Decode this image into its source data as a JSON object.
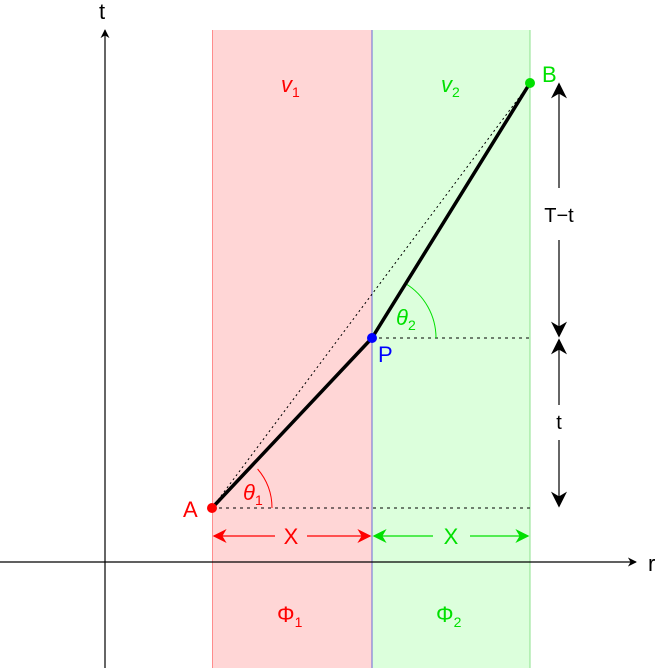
{
  "colors": {
    "region1_fill": "#ffd6d6",
    "region1_border": "#ff8c8c",
    "region2_fill": "#dcffdc",
    "region2_border": "#8ce08c",
    "interface": "#6a6ad8",
    "red": "#ff0000",
    "green": "#00e000",
    "blue": "#0000ff",
    "black": "#000000"
  },
  "axes": {
    "t_label": "t",
    "r_label": "r"
  },
  "regions": {
    "medium1_speed": {
      "sym": "v",
      "sub": "1"
    },
    "medium2_speed": {
      "sym": "v",
      "sub": "2"
    },
    "medium1_phi": {
      "sym": "Φ",
      "sub": "1"
    },
    "medium2_phi": {
      "sym": "Φ",
      "sub": "2"
    }
  },
  "points": {
    "A": "A",
    "P": "P",
    "B": "B"
  },
  "angles": {
    "theta1": {
      "sym": "θ",
      "sub": "1"
    },
    "theta2": {
      "sym": "θ",
      "sub": "2"
    }
  },
  "dimensions": {
    "X_left": "X",
    "X_right": "X",
    "T_minus_t": "T−t",
    "t": "t"
  }
}
